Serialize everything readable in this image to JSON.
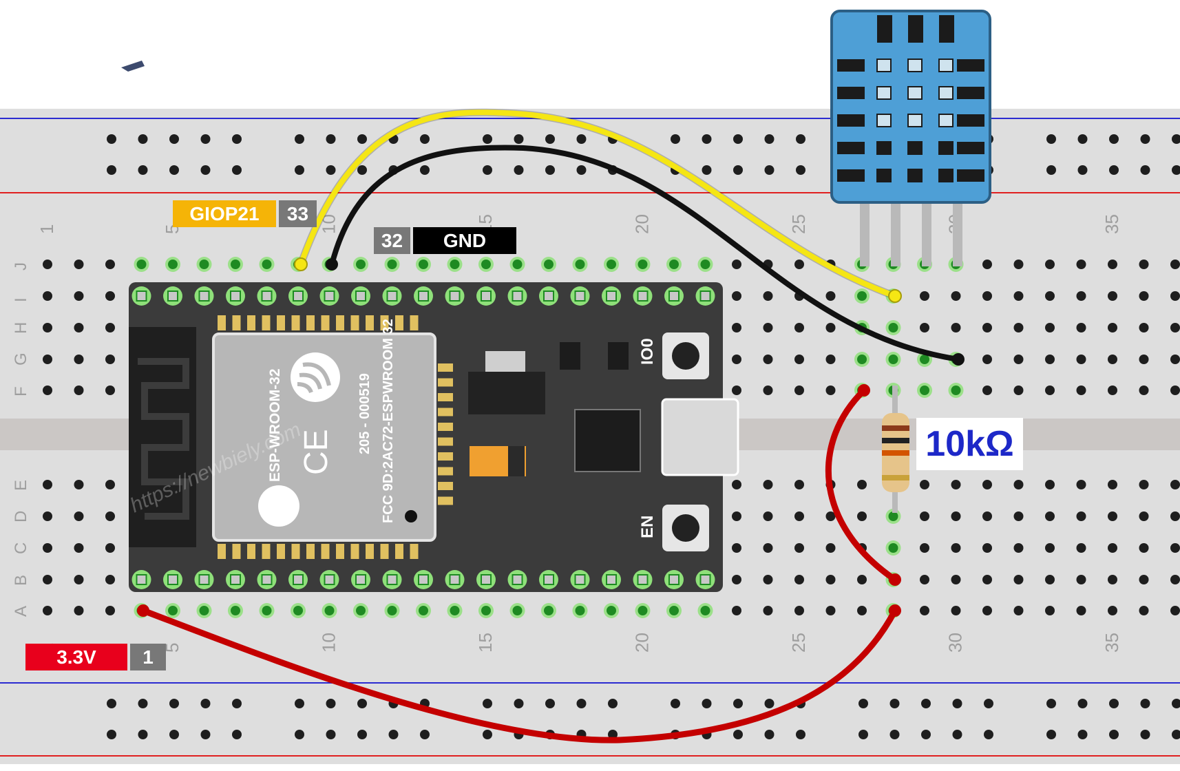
{
  "breadboard": {
    "column_numbers": [
      "1",
      "5",
      "10",
      "15",
      "20",
      "25",
      "30",
      "35"
    ],
    "row_letters_top": [
      "J",
      "I",
      "H",
      "G",
      "F"
    ],
    "row_letters_bottom": [
      "E",
      "D",
      "C",
      "B",
      "A"
    ]
  },
  "labels": {
    "gpio_name": "GIOP21",
    "gpio_pin": "33",
    "gnd_pin": "32",
    "gnd_name": "GND",
    "power_name": "3.3V",
    "power_pin": "1"
  },
  "resistor": {
    "value": "10kΩ"
  },
  "esp32": {
    "module_name": "ESP-WROOM-32",
    "cert_line_1": "205 - 000519",
    "cert_line_2": "FCC 9D:2AC72-ESPWROOM 32",
    "button_top": "IO0",
    "button_bottom": "EN",
    "watermark": "https://newbiely.com"
  },
  "colors": {
    "signal_wire": "#f5e614",
    "ground_wire": "#111111",
    "power_wire": "#c40000",
    "sensor_body": "#4e9fd6",
    "resistor_value": "#1d28c8"
  }
}
